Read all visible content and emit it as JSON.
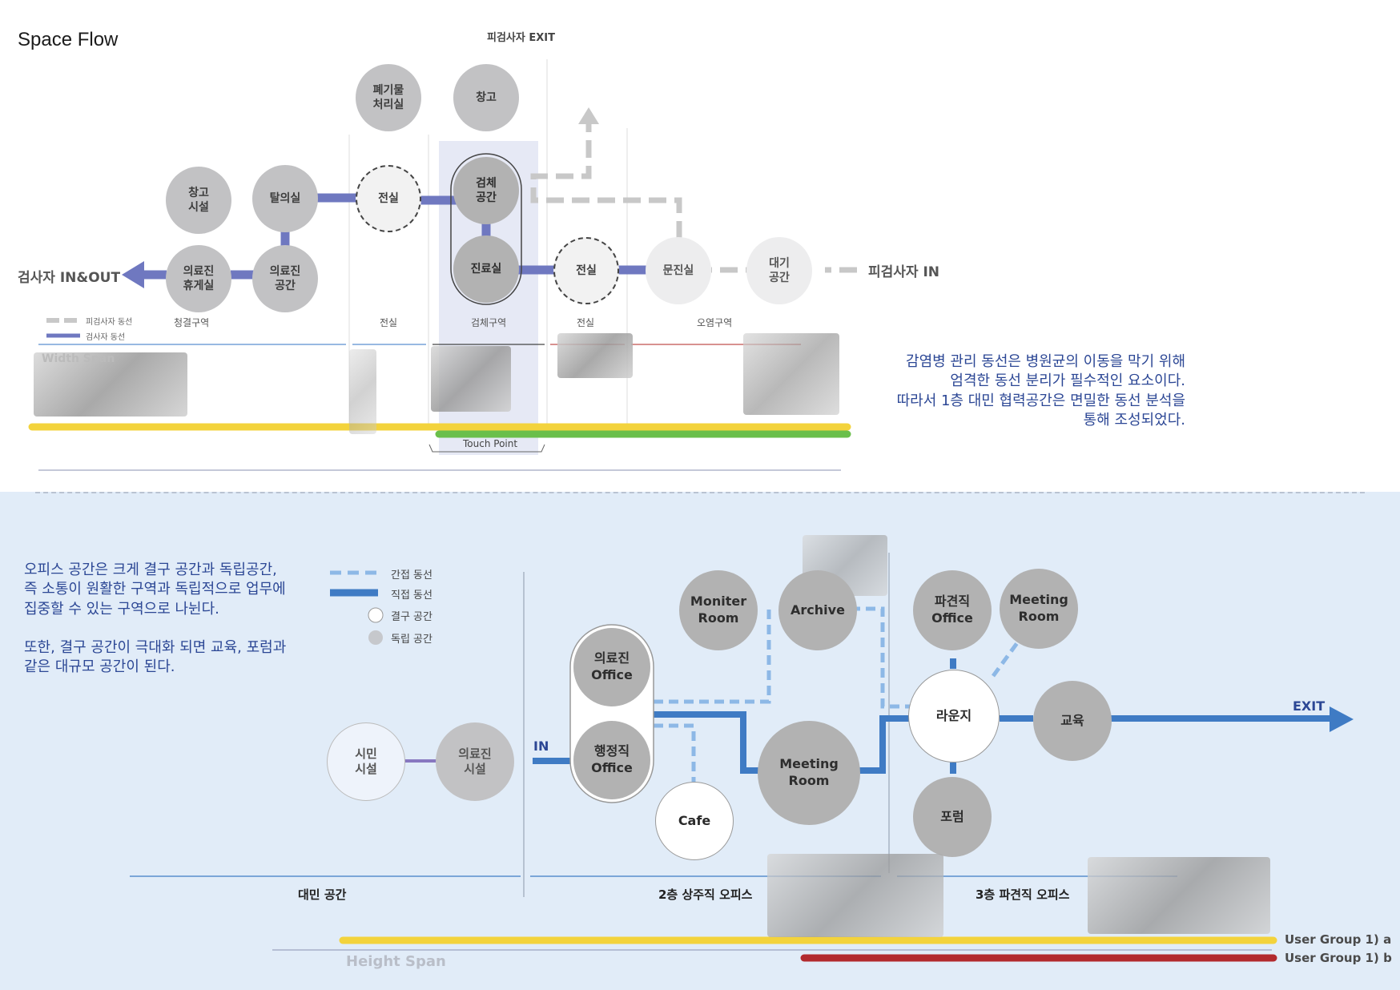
{
  "title": "Space Flow",
  "top": {
    "exit_label": "피검사자 EXIT",
    "in_label": "피검사자 IN",
    "inout_label": "검사자 IN&OUT",
    "nodes": {
      "waste": "폐기물\n처리실",
      "storage_top": "창고",
      "storage_fac": "창고\n시설",
      "undress": "탈의실",
      "anteroom1": "전실",
      "specimen": "검체\n공간",
      "staff_rest": "의료진\n휴게실",
      "staff_space": "의료진\n공간",
      "exam": "진료실",
      "anteroom2": "전실",
      "interview": "문진실",
      "waiting": "대기\n공간"
    },
    "legend": {
      "patient_flow": "피검사자 동선",
      "staff_flow": "검사자 동선"
    },
    "zones": [
      "청결구역",
      "전실",
      "검체구역",
      "전실",
      "오염구역"
    ],
    "width_span": "Width Span",
    "touch_point": "Touch Point",
    "description": "감염병 관리 동선은 병원균의 이동을 막기 위해\n엄격한 동선 분리가 필수적인 요소이다.\n따라서 1층 대민 협력공간은 면밀한 동선 분석을\n통해 조성되었다."
  },
  "bottom": {
    "description": "오피스 공간은 크게 결구 공간과 독립공간,\n즉 소통이 원활한 구역과 독립적으로 업무에\n집중할 수 있는 구역으로 나뉜다.\n\n또한, 결구 공간이 극대화 되면 교육, 포럼과\n같은 대규모 공간이 된다.",
    "legend": {
      "indirect": "간접 동선",
      "direct": "직접 동선",
      "open": "결구 공간",
      "closed": "독립 공간"
    },
    "in_label": "IN",
    "exit_label": "EXIT",
    "nodes": {
      "citizen": "시민\n시설",
      "staff_fac": "의료진\n시설",
      "med_office": "의료진\nOffice",
      "admin_office": "행정직\nOffice",
      "cafe": "Cafe",
      "monitor": "Moniter\nRoom",
      "archive": "Archive",
      "meeting1": "Meeting\nRoom",
      "dispatch_office": "파견직\nOffice",
      "meeting2": "Meeting\nRoom",
      "lounge": "라운지",
      "education": "교육",
      "forum": "포럼"
    },
    "zones": [
      "대민 공간",
      "2층 상주직 오피스",
      "3층 파견직 오피스"
    ],
    "height_span": "Height Span",
    "user_groups": [
      "User Group 1) a",
      "User Group 1) b"
    ]
  },
  "colors": {
    "staff_flow": "#6f78c0",
    "patient_flow": "#c8c8c8",
    "direct": "#3f7bc4",
    "indirect": "#8db8e6",
    "yellow": "#f3d33c",
    "green": "#6abf4b",
    "red": "#b22a2e",
    "text_blue": "#2c4795"
  }
}
